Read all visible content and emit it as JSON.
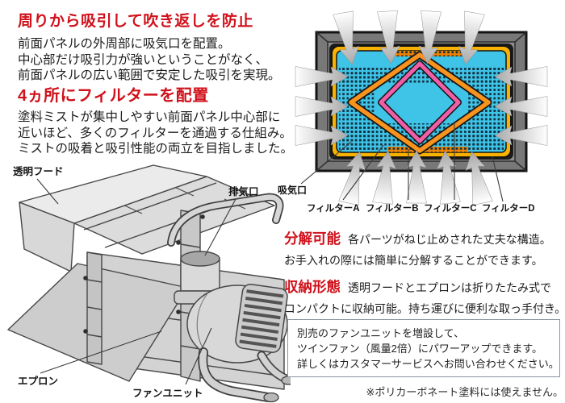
{
  "colors": {
    "accent_red": "#d0111b",
    "panel_cyan": "#3fc4e8",
    "panel_yellow": "#f9b200",
    "panel_orange": "#f7931e",
    "panel_pink": "#ee5fa7",
    "frame_gray": "#787878"
  },
  "left": {
    "section1": {
      "heading": "周りから吸引して吹き返しを防止",
      "lines": [
        "前面パネルの外周部に吸気口を配置。",
        "中心部だけ吸引力が強いということがなく、",
        "前面パネルの広い範囲で安定した吸引を実現。"
      ]
    },
    "section2": {
      "heading": "4ヵ所にフィルターを配置",
      "lines": [
        "塗料ミストが集中しやすい前面パネル中心部に",
        "近いほど、多くのフィルターを通過する仕組み。",
        "ミストの吸着と吸引性能の両立を目指しました。"
      ]
    }
  },
  "panel_diagram": {
    "intake_label": "吸気口",
    "filters": [
      "フィルターA",
      "フィルターB",
      "フィルターC",
      "フィルターD"
    ]
  },
  "product_diagram": {
    "hood_label": "透明フード",
    "exhaust_label": "排気口",
    "apron_label": "エプロン",
    "fan_label": "ファンユニット"
  },
  "right": {
    "disassembly": {
      "heading": "分解可能",
      "lines": [
        "各パーツがねじ止めされた丈夫な構造。",
        "お手入れの際には簡単に分解することができます。"
      ]
    },
    "storage": {
      "heading": "収納形態",
      "lines": [
        "透明フードとエプロンは折りたたみ式で",
        "コンパクトに収納可能。持ち運びに便利な取っ手付き。"
      ]
    },
    "option_box": {
      "lines": [
        "別売のファンユニットを増設して、",
        "ツインファン（風量2倍）にパワーアップできます。",
        "詳しくはカスタマーサービスへお問い合わせください。"
      ]
    },
    "footnote": "※ポリカーボネート塗料には使えません。"
  }
}
